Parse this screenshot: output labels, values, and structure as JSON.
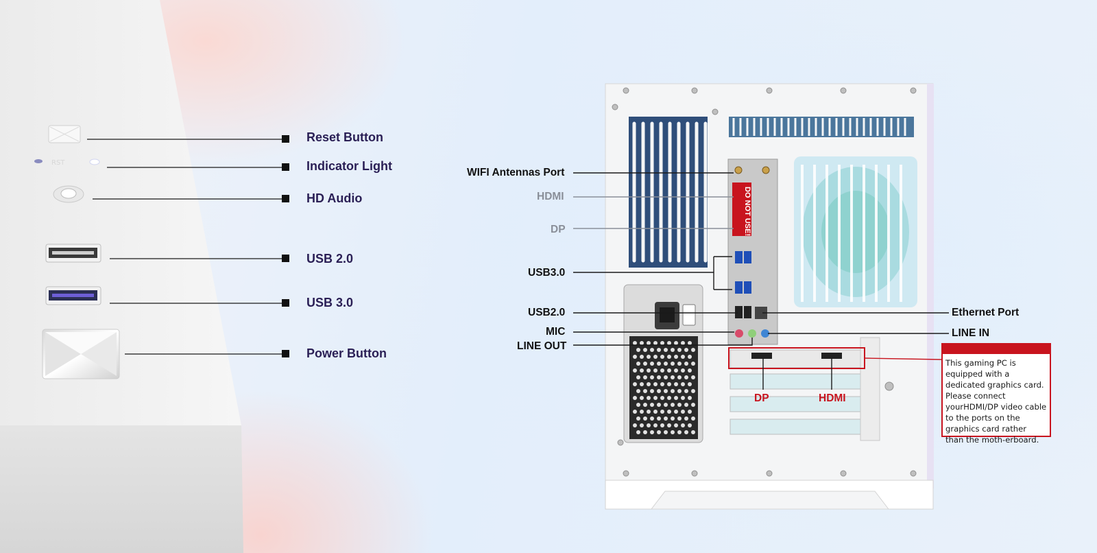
{
  "front_panel": {
    "labels": {
      "reset": "Reset Button",
      "indicator": "Indicator Light",
      "audio": "HD Audio",
      "usb2": "USB 2.0",
      "usb3": "USB 3.0",
      "power": "Power Button"
    }
  },
  "rear_panel": {
    "labels": {
      "wifi": "WIFI Antennas Port",
      "hdmi_mb": "HDMI",
      "dp_mb": "DP",
      "usb3": "USB3.0",
      "usb2": "USB2.0",
      "mic": "MIC",
      "line_out": "LINE OUT",
      "ethernet": "Ethernet Port",
      "line_in": "LINE IN",
      "dp_gpu": "DP",
      "hdmi_gpu": "HDMI"
    },
    "sticker_text": "DO NOT USE!",
    "note": "This gaming PC is equipped with a dedicated graphics card. Please connect yourHDMI/DP video cable to the ports on the graphics card rather than the moth-erboard."
  },
  "colors": {
    "accent_red": "#c8141e",
    "label_navy": "#2a1f55",
    "case_white": "#f4f5f6"
  }
}
